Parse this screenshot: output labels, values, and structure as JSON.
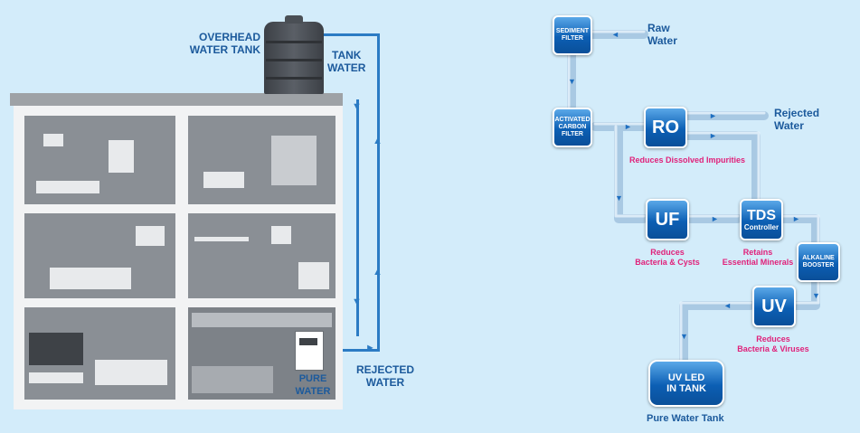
{
  "house": {
    "overhead_tank_label": [
      "OVERHEAD",
      "WATER TANK"
    ],
    "tank_water_label": [
      "TANK",
      "WATER"
    ],
    "pure_water_label": [
      "PURE",
      "WATER"
    ],
    "rejected_water_label": [
      "REJECTED",
      "WATER"
    ]
  },
  "flow": {
    "raw_water": [
      "Raw",
      "Water"
    ],
    "rejected_water": [
      "Rejected",
      "Water"
    ],
    "pure_water_tank": "Pure Water Tank",
    "stages": {
      "sediment": [
        "SEDIMENT",
        "FILTER"
      ],
      "carbon": [
        "ACTIVATED",
        "CARBON",
        "FILTER"
      ],
      "ro": "RO",
      "uf": "UF",
      "tds": [
        "TDS",
        "Controller"
      ],
      "alkaline": [
        "ALKALINE",
        "BOOSTER"
      ],
      "uv": "UV",
      "uvled": [
        "UV LED",
        "IN TANK"
      ]
    },
    "captions": {
      "ro": "Reduces Dissolved Impurities",
      "uf": [
        "Reduces",
        "Bacteria & Cysts"
      ],
      "tds": [
        "Retains",
        "Essential Minerals"
      ],
      "uv": [
        "Reduces",
        "Bacteria & Viruses"
      ]
    }
  },
  "colors": {
    "background": "#d3ecfa",
    "label_blue": "#1c5a9c",
    "caption_pink": "#e0217a",
    "stage_blue": "#0c5fb4",
    "pipe": "#a9c9e3"
  }
}
